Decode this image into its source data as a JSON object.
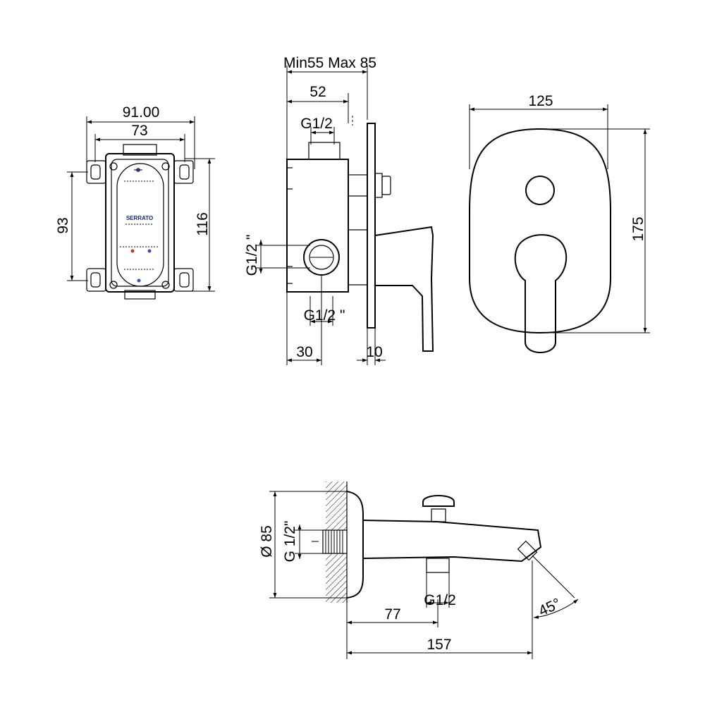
{
  "brand_label": "SERRATO",
  "box_view": {
    "overall_width": "91.00",
    "mount_width": "73",
    "mount_height": "93",
    "overall_height": "116"
  },
  "side_view": {
    "depth_range": "Min55 Max 85",
    "body_depth": "52",
    "top_outlet": "G1/2",
    "side_inlet": "G1/2 \"",
    "bottom_outlet": "G1/2 \"",
    "inlet_offset": "30",
    "plate_thickness": "10"
  },
  "front_view": {
    "plate_width": "125",
    "plate_height": "175"
  },
  "spout_view": {
    "flange_diameter": "Ø 85",
    "thread": "G 1/2\"",
    "diverter_thread": "G1/2",
    "outlet_distance": "77",
    "overall_length": "157",
    "outlet_angle": "45°"
  }
}
